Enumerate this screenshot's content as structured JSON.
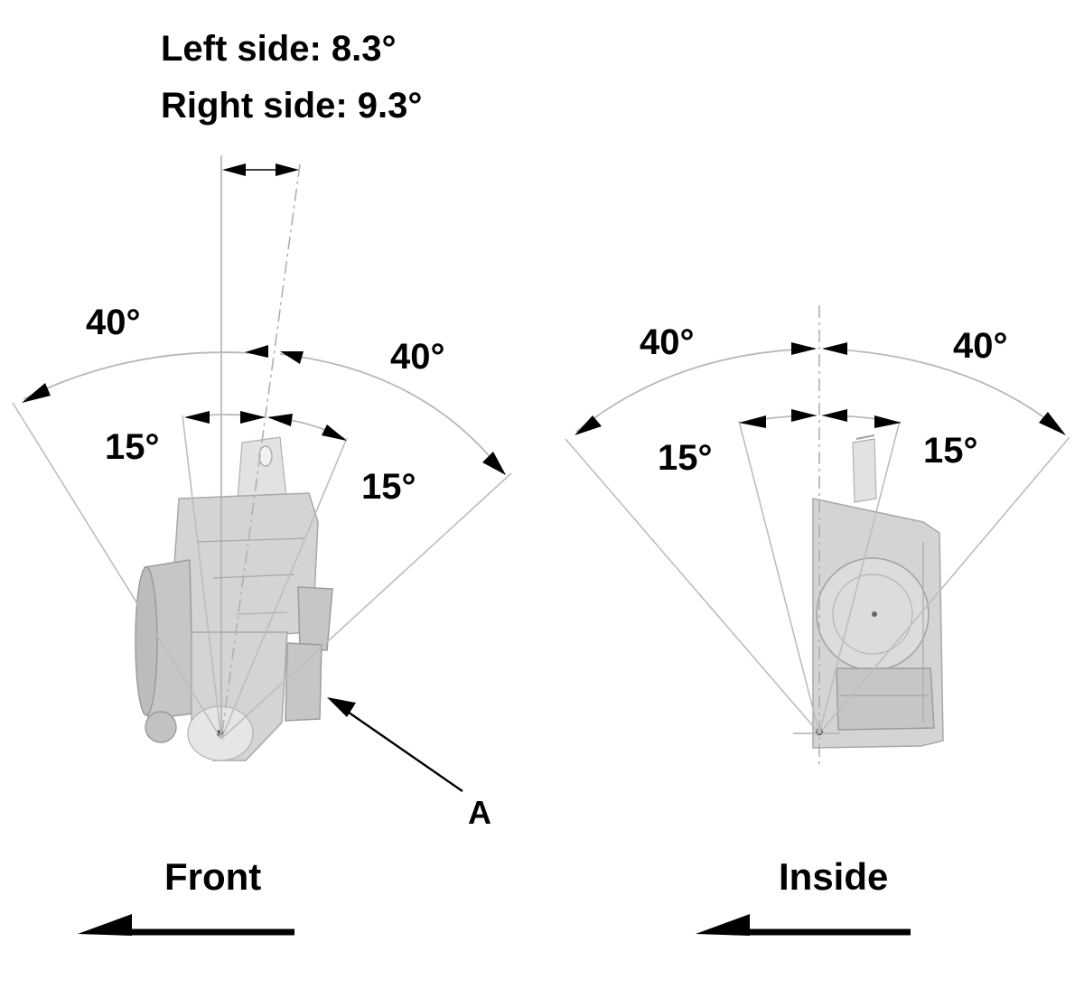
{
  "spec": {
    "left_side": "Left side: 8.3°",
    "right_side": "Right side: 9.3°"
  },
  "views": {
    "front": {
      "outer_left": "40°",
      "outer_right": "40°",
      "inner_left": "15°",
      "inner_right": "15°",
      "callout": "A",
      "direction": "Front"
    },
    "inside": {
      "outer_left": "40°",
      "outer_right": "40°",
      "inner_left": "15°",
      "inner_right": "15°",
      "direction": "Inside"
    }
  }
}
